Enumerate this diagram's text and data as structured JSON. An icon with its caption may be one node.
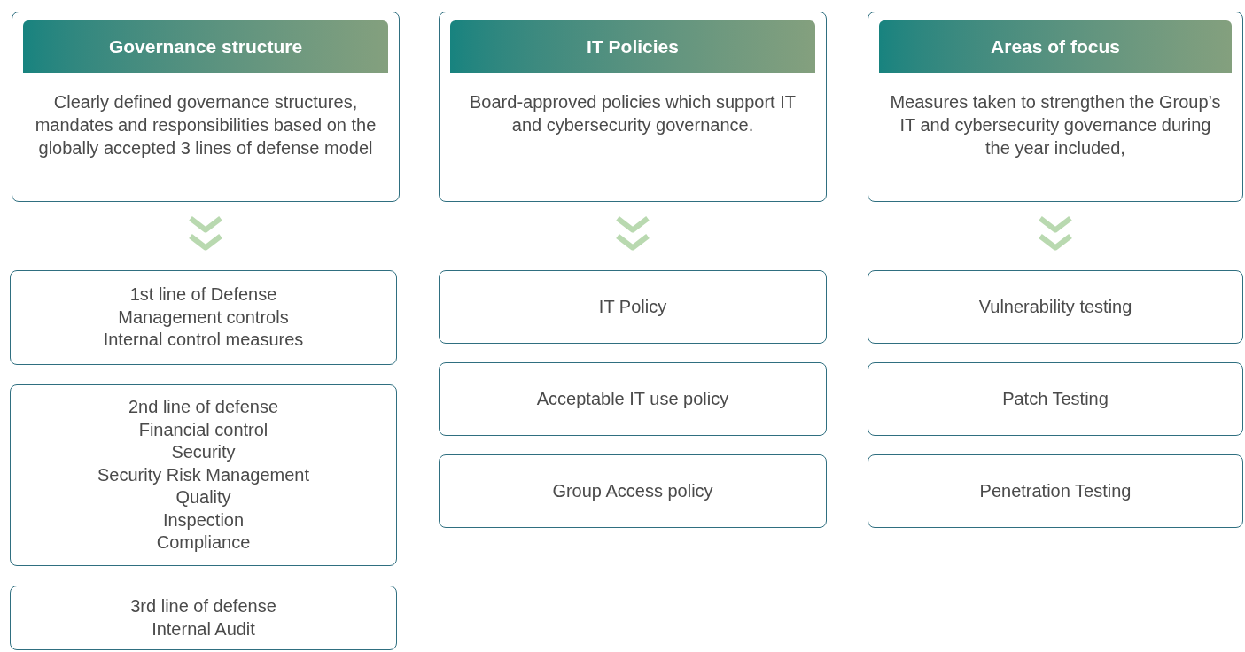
{
  "diagram": {
    "nodes": [
      {
        "text": [
          "Governance structure",
          "Clearly defined governance structures, mandates and responsibilities based on the globally accepted 3 lines of defense model"
        ]
      },
      {
        "text": [
          "1st line of Defense",
          "Management controls",
          "Internal control measures"
        ]
      },
      {
        "text": [
          "2nd line of defense",
          "Financial control",
          "Security",
          "Security Risk Management",
          "Quality",
          "Inspection",
          "Compliance"
        ]
      },
      {
        "text": [
          "3rd line of defense",
          "Internal Audit"
        ]
      },
      {
        "text": [
          "IT Policies",
          "Board-approved policies which support IT and cybersecurity governance."
        ]
      },
      {
        "text": [
          "IT Policy"
        ]
      },
      {
        "text": [
          "Acceptable IT use policy"
        ]
      },
      {
        "text": [
          "Group Access policy"
        ]
      },
      {
        "text": [
          "Areas of focus",
          "Measures taken to strengthen the Group’s IT and cybersecurity governance during the year included,"
        ]
      },
      {
        "text": [
          "Vulnerability testing"
        ]
      },
      {
        "text": [
          "Patch Testing"
        ]
      },
      {
        "text": [
          "Penetration Testing"
        ]
      }
    ],
    "edges": [
      {
        "from": 0,
        "to": 1,
        "arrow": "to"
      },
      {
        "from": 4,
        "to": 5,
        "arrow": "to"
      },
      {
        "from": 8,
        "to": 9,
        "arrow": "to"
      }
    ]
  }
}
